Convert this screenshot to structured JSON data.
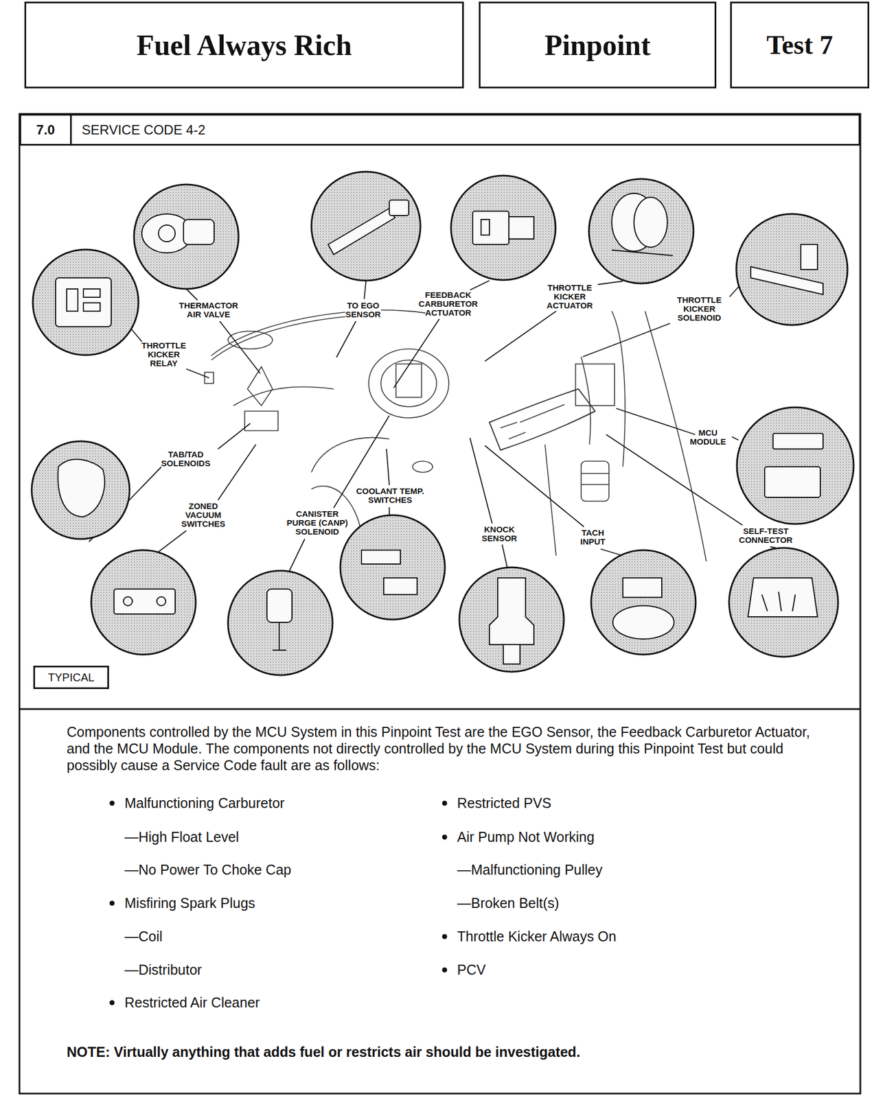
{
  "diagram": {
    "nodes": [
      {
        "text": [
          "Fuel Always Rich"
        ]
      },
      {
        "text": [
          "Pinpoint"
        ]
      },
      {
        "text": [
          "Test 7"
        ]
      },
      {
        "text": [
          "7.0"
        ]
      },
      {
        "text": [
          "SERVICE CODE 4-2"
        ]
      },
      {
        "text": [
          "TYPICAL"
        ]
      }
    ],
    "labels": [
      "THERMACTOR AIR VALVE",
      "TO EGO SENSOR",
      "FEEDBACK CARBURETOR ACTUATOR",
      "THROTTLE KICKER ACTUATOR",
      "THROTTLE KICKER SOLENOID",
      "THROTTLE KICKER RELAY",
      "TAB/TAD SOLENOIDS",
      "MCU MODULE",
      "ZONED VACUUM SWITCHES",
      "CANISTER PURGE (CANP) SOLENOID",
      "COOLANT TEMP. SWITCHES",
      "KNOCK SENSOR",
      "TACH INPUT",
      "SELF-TEST CONNECTOR",
      "Components controlled by the MCU System in this Pinpoint Test are the EGO Sensor, the Feedback Carburetor Actuator, and the MCU Module. The components not directly controlled by the MCU System during this Pinpoint Test but could possibly cause a Service Code fault are as follows:",
      "Malfunctioning Carburetor",
      "—High Float Level",
      "—No Power To Choke Cap",
      "Misfiring Spark Plugs",
      "—Coil",
      "—Distributor",
      "Restricted Air Cleaner",
      "Restricted PVS",
      "Air Pump Not Working",
      "—Malfunctioning Pulley",
      "—Broken Belt(s)",
      "Throttle Kicker Always On",
      "PCV",
      "NOTE: Virtually anything that adds fuel or restricts air should be investigated."
    ]
  }
}
